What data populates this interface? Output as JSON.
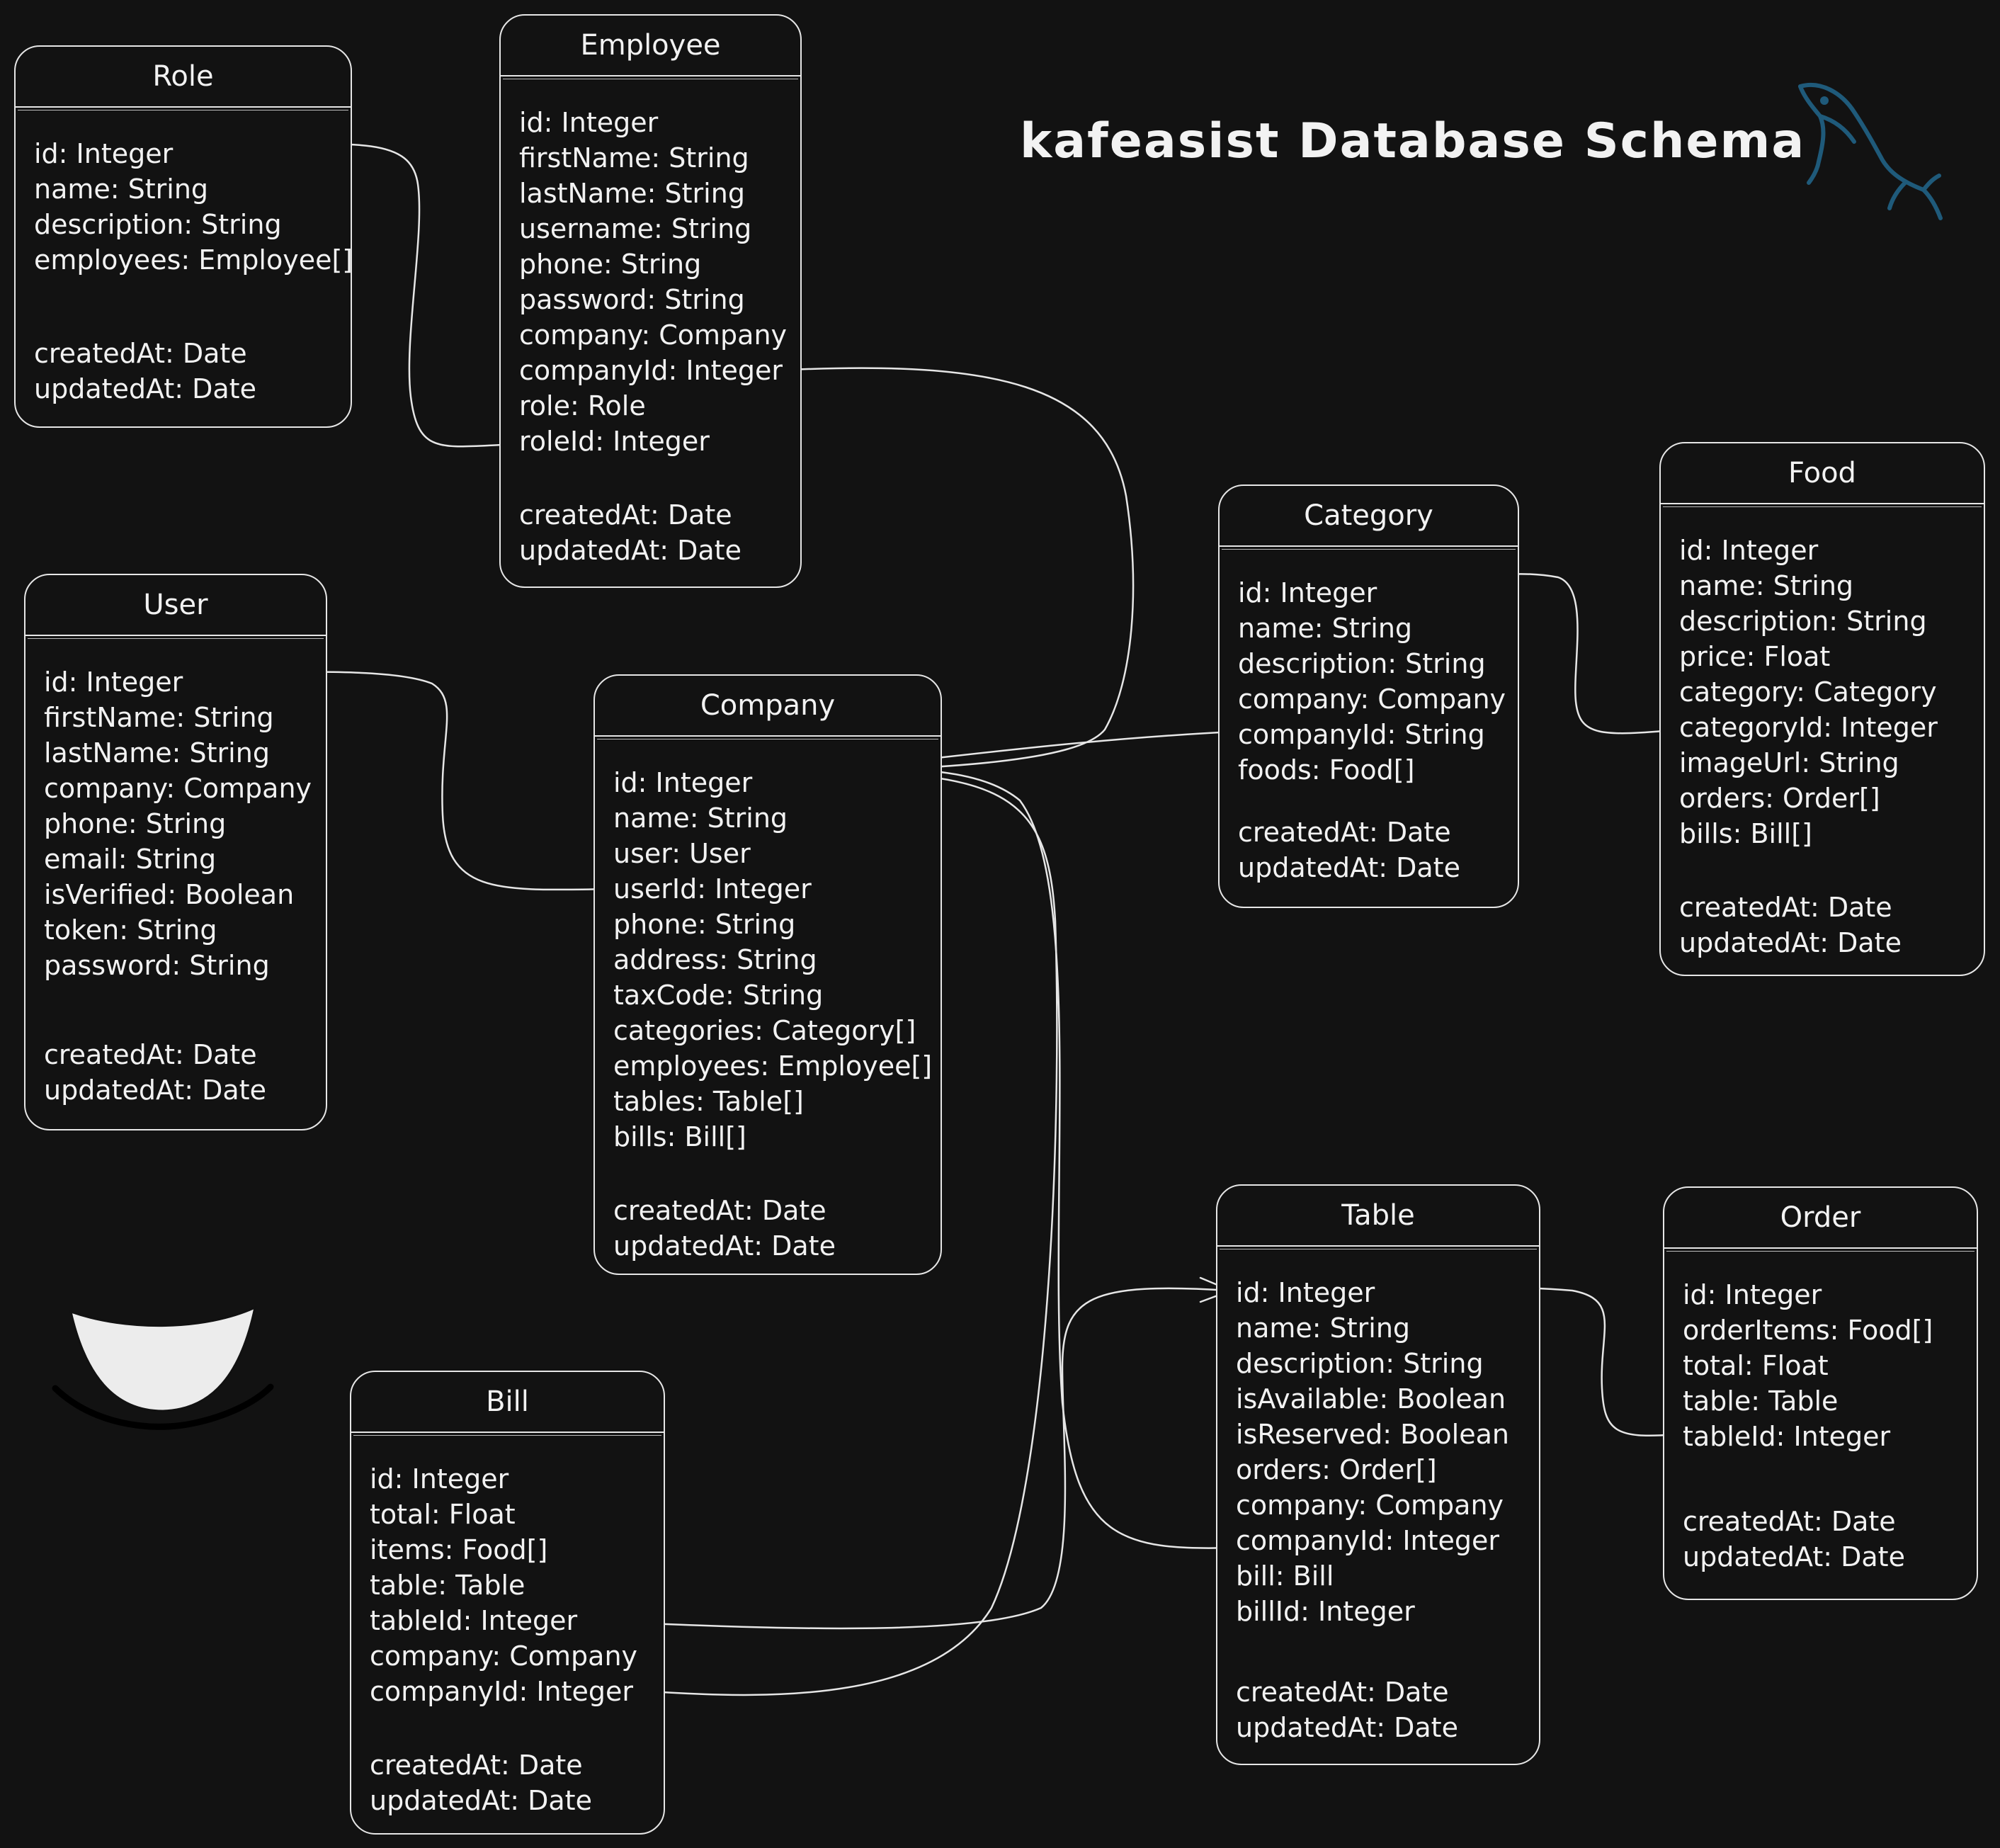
{
  "title": "kafeasist Database Schema",
  "colors": {
    "background": "#121212",
    "stroke": "#e6e6e6",
    "logo": "#1f5a7a"
  },
  "icons": [
    "mysql-dolphin-icon",
    "smile-mouth-icon"
  ],
  "entities": {
    "role": {
      "name": "Role",
      "fields": [
        "id: Integer",
        "name: String",
        "description: String",
        "employees: Employee[]"
      ],
      "timestamps": [
        "createdAt: Date",
        "updatedAt: Date"
      ]
    },
    "employee": {
      "name": "Employee",
      "fields": [
        "id: Integer",
        "firstName: String",
        "lastName: String",
        "username: String",
        "phone: String",
        "password: String",
        "company: Company",
        "companyId: Integer",
        "role: Role",
        "roleId: Integer"
      ],
      "timestamps": [
        "createdAt: Date",
        "updatedAt: Date"
      ]
    },
    "user": {
      "name": "User",
      "fields": [
        "id: Integer",
        "firstName: String",
        "lastName: String",
        "company: Company",
        "phone: String",
        "email: String",
        "isVerified: Boolean",
        "token: String",
        "password: String"
      ],
      "timestamps": [
        "createdAt: Date",
        "updatedAt: Date"
      ]
    },
    "company": {
      "name": "Company",
      "fields": [
        "id: Integer",
        "name: String",
        "user: User",
        "userId: Integer",
        "phone: String",
        "address: String",
        "taxCode: String",
        "categories: Category[]",
        "employees: Employee[]",
        "tables: Table[]",
        "bills: Bill[]"
      ],
      "timestamps": [
        "createdAt: Date",
        "updatedAt: Date"
      ]
    },
    "category": {
      "name": "Category",
      "fields": [
        "id: Integer",
        "name: String",
        "description: String",
        "company: Company",
        "companyId: String",
        "foods: Food[]"
      ],
      "timestamps": [
        "createdAt: Date",
        "updatedAt: Date"
      ]
    },
    "food": {
      "name": "Food",
      "fields": [
        "id: Integer",
        "name: String",
        "description: String",
        "price: Float",
        "category: Category",
        "categoryId: Integer",
        "imageUrl: String",
        "orders: Order[]",
        "bills: Bill[]"
      ],
      "timestamps": [
        "createdAt: Date",
        "updatedAt: Date"
      ]
    },
    "table": {
      "name": "Table",
      "fields": [
        "id: Integer",
        "name: String",
        "description: String",
        "isAvailable: Boolean",
        "isReserved: Boolean",
        "orders: Order[]",
        "company: Company",
        "companyId: Integer",
        "bill: Bill",
        "billId: Integer"
      ],
      "timestamps": [
        "createdAt: Date",
        "updatedAt: Date"
      ]
    },
    "order": {
      "name": "Order",
      "fields": [
        "id: Integer",
        "orderItems: Food[]",
        "total: Float",
        "table: Table",
        "tableId: Integer"
      ],
      "timestamps": [
        "createdAt: Date",
        "updatedAt: Date"
      ]
    },
    "bill": {
      "name": "Bill",
      "fields": [
        "id: Integer",
        "total: Float",
        "items: Food[]",
        "table: Table",
        "tableId: Integer",
        "company: Company",
        "companyId: Integer"
      ],
      "timestamps": [
        "createdAt: Date",
        "updatedAt: Date"
      ]
    }
  },
  "relations": [
    {
      "from": "employee.roleId",
      "to": "role.id"
    },
    {
      "from": "employee.companyId",
      "to": "company.id"
    },
    {
      "from": "company.userId",
      "to": "user.id"
    },
    {
      "from": "category.companyId",
      "to": "company.id"
    },
    {
      "from": "food.categoryId",
      "to": "category.id"
    },
    {
      "from": "table.companyId",
      "to": "company.id"
    },
    {
      "from": "order.tableId",
      "to": "table.id"
    },
    {
      "from": "bill.tableId",
      "to": "table.id"
    },
    {
      "from": "bill.companyId",
      "to": "company.id"
    }
  ]
}
